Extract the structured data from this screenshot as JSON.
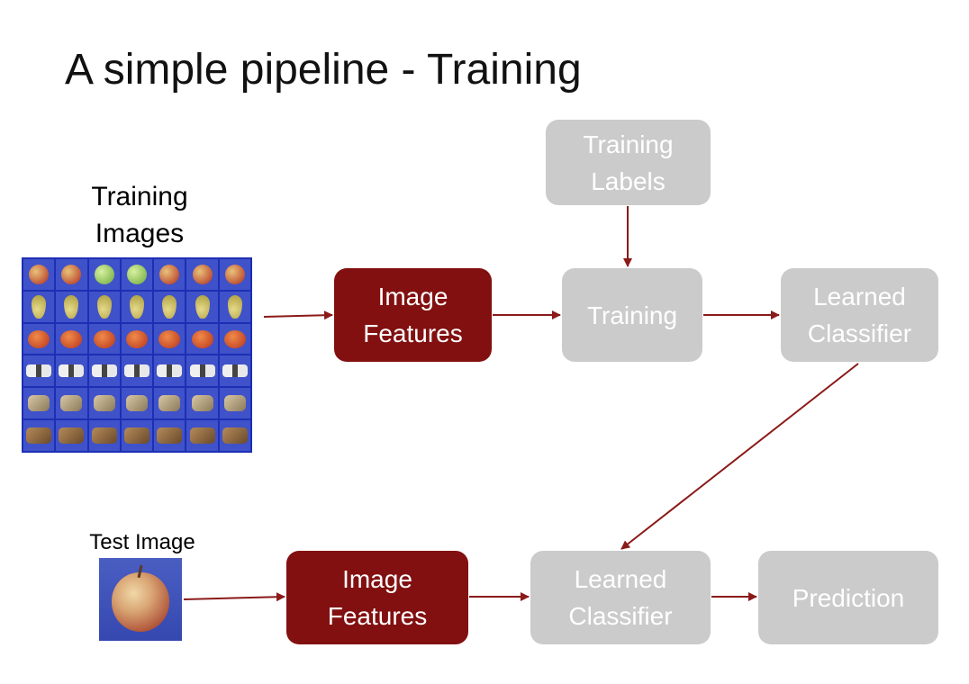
{
  "title": "A simple pipeline - Training",
  "training_images_label": "Training\nImages",
  "test_image_label": "Test Image",
  "boxes": {
    "training_labels": "Training\nLabels",
    "image_features_top": "Image\nFeatures",
    "training": "Training",
    "learned_classifier_top": "Learned\nClassifier",
    "image_features_bottom": "Image\nFeatures",
    "learned_classifier_bottom": "Learned\nClassifier",
    "prediction": "Prediction"
  },
  "colors": {
    "dark_red": "#821010",
    "gray": "#cbcbcb",
    "arrow": "#8b1a1a"
  },
  "image_grid_rows": [
    "apple",
    "pear",
    "tomato",
    "cow",
    "dog",
    "horse"
  ]
}
